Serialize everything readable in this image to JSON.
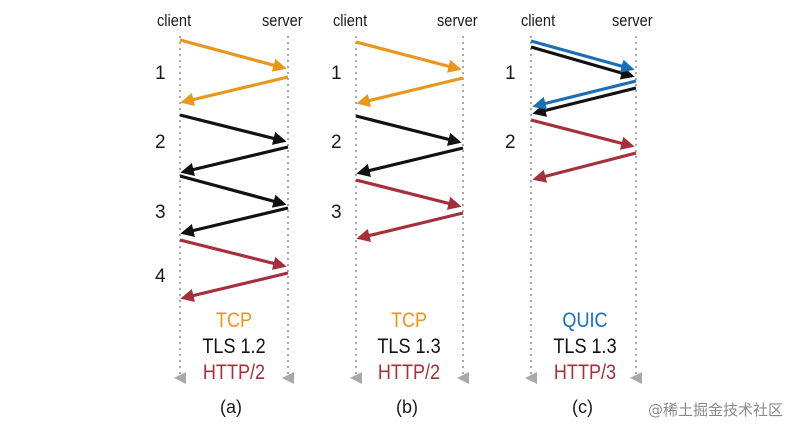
{
  "colors": {
    "tcp": "#e8961c",
    "tls": "#111111",
    "http": "#a5303b",
    "quic": "#1a6eb5",
    "timeline": "#a9a9a9"
  },
  "panels": [
    {
      "id": "a",
      "client_label": "client",
      "server_label": "server",
      "steps": [
        "1",
        "2",
        "3",
        "4"
      ],
      "transport": {
        "text": "TCP",
        "color": "#e8961c"
      },
      "tls": "TLS 1.2",
      "http": "HTTP/2",
      "caption": "(a)"
    },
    {
      "id": "b",
      "client_label": "client",
      "server_label": "server",
      "steps": [
        "1",
        "2",
        "3"
      ],
      "transport": {
        "text": "TCP",
        "color": "#e8961c"
      },
      "tls": "TLS 1.3",
      "http": "HTTP/2",
      "caption": "(b)"
    },
    {
      "id": "c",
      "client_label": "client",
      "server_label": "server",
      "steps": [
        "1",
        "2"
      ],
      "transport": {
        "text": "QUIC",
        "color": "#1a6eb5"
      },
      "tls": "TLS 1.3",
      "http": "HTTP/3",
      "caption": "(c)"
    }
  ],
  "watermark": "@稀土掘金技术社区"
}
